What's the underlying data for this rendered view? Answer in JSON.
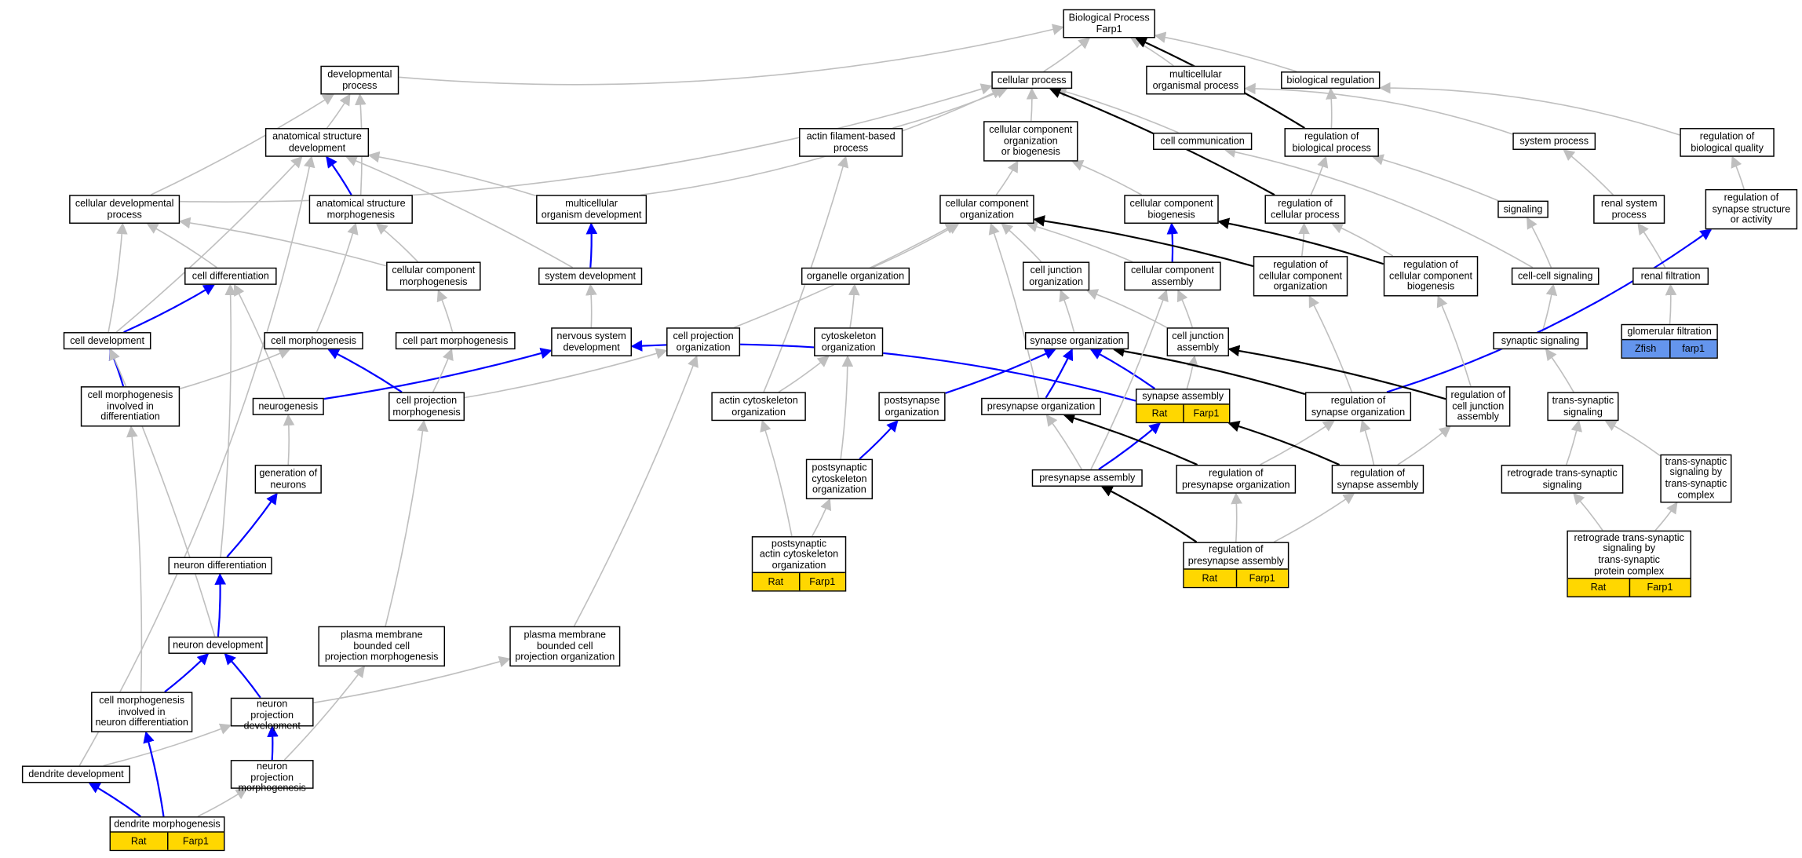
{
  "colors": {
    "gray": "#bfbfbf",
    "black": "#000000",
    "blue": "#0000ff",
    "yellow": "#ffd700",
    "zfish": "#6495ed"
  },
  "nodes": [
    {
      "id": "bp",
      "lines": [
        "Biological Process",
        "Farp1"
      ]
    },
    {
      "id": "devproc",
      "lines": [
        "developmental",
        "process"
      ]
    },
    {
      "id": "cellproc",
      "lines": [
        "cellular process"
      ]
    },
    {
      "id": "multiorg",
      "lines": [
        "multicellular",
        "organismal process"
      ]
    },
    {
      "id": "bioreg",
      "lines": [
        "biological regulation"
      ]
    },
    {
      "id": "anatdev",
      "lines": [
        "anatomical structure",
        "development"
      ]
    },
    {
      "id": "actinfil",
      "lines": [
        "actin filament-based",
        "process"
      ]
    },
    {
      "id": "ccorgbio",
      "lines": [
        "cellular component",
        "organization",
        "or biogenesis"
      ]
    },
    {
      "id": "cellcomm",
      "lines": [
        "cell communication"
      ]
    },
    {
      "id": "regbio",
      "lines": [
        "regulation of",
        "biological process"
      ]
    },
    {
      "id": "sysproc",
      "lines": [
        "system process"
      ]
    },
    {
      "id": "regbioq",
      "lines": [
        "regulation of",
        "biological quality"
      ]
    },
    {
      "id": "celldevproc",
      "lines": [
        "cellular developmental",
        "process"
      ]
    },
    {
      "id": "anatmorph",
      "lines": [
        "anatomical structure",
        "morphogenesis"
      ]
    },
    {
      "id": "multidev",
      "lines": [
        "multicellular",
        "organism development"
      ]
    },
    {
      "id": "ccorg",
      "lines": [
        "cellular component",
        "organization"
      ]
    },
    {
      "id": "ccbio",
      "lines": [
        "cellular component",
        "biogenesis"
      ]
    },
    {
      "id": "regcell",
      "lines": [
        "regulation of",
        "cellular process"
      ]
    },
    {
      "id": "signaling",
      "lines": [
        "signaling"
      ]
    },
    {
      "id": "renalsys",
      "lines": [
        "renal system",
        "process"
      ]
    },
    {
      "id": "regsyn",
      "lines": [
        "regulation of",
        "synapse structure",
        "or activity"
      ]
    },
    {
      "id": "celldiff",
      "lines": [
        "cell differentiation"
      ]
    },
    {
      "id": "ccmorph",
      "lines": [
        "cellular component",
        "morphogenesis"
      ]
    },
    {
      "id": "sysdev",
      "lines": [
        "system development"
      ]
    },
    {
      "id": "organelle",
      "lines": [
        "organelle organization"
      ]
    },
    {
      "id": "celljunc",
      "lines": [
        "cell junction",
        "organization"
      ]
    },
    {
      "id": "ccassembly",
      "lines": [
        "cellular component",
        "assembly"
      ]
    },
    {
      "id": "regccorg",
      "lines": [
        "regulation of",
        "cellular component",
        "organization"
      ]
    },
    {
      "id": "regccbio",
      "lines": [
        "regulation of",
        "cellular component",
        "biogenesis"
      ]
    },
    {
      "id": "cellcell",
      "lines": [
        "cell-cell signaling"
      ]
    },
    {
      "id": "renalfilt",
      "lines": [
        "renal filtration"
      ]
    },
    {
      "id": "celldev",
      "lines": [
        "cell development"
      ]
    },
    {
      "id": "cellmorphog",
      "lines": [
        "cell morphogenesis"
      ]
    },
    {
      "id": "cellpart",
      "lines": [
        "cell part morphogenesis"
      ]
    },
    {
      "id": "nervdev",
      "lines": [
        "nervous system",
        "development"
      ]
    },
    {
      "id": "cellprojorg",
      "lines": [
        "cell projection",
        "organization"
      ]
    },
    {
      "id": "cytoorg",
      "lines": [
        "cytoskeleton",
        "organization"
      ]
    },
    {
      "id": "synorg",
      "lines": [
        "synapse organization"
      ]
    },
    {
      "id": "celljuncasm",
      "lines": [
        "cell junction",
        "assembly"
      ]
    },
    {
      "id": "synsig",
      "lines": [
        "synaptic signaling"
      ]
    },
    {
      "id": "glomfilt",
      "lines": [
        "glomerular filtration"
      ],
      "bar": [
        "Zfish",
        "farp1"
      ],
      "barColor": "#6495ed"
    },
    {
      "id": "cmdiff",
      "lines": [
        "cell morphogenesis",
        "involved in",
        "differentiation"
      ]
    },
    {
      "id": "neurogen",
      "lines": [
        "neurogenesis"
      ]
    },
    {
      "id": "cellprojmorph",
      "lines": [
        "cell projection",
        "morphogenesis"
      ]
    },
    {
      "id": "actincyto",
      "lines": [
        "actin cytoskeleton",
        "organization"
      ]
    },
    {
      "id": "postsynorg",
      "lines": [
        "postsynapse",
        "organization"
      ]
    },
    {
      "id": "presynorg",
      "lines": [
        "presynapse organization"
      ]
    },
    {
      "id": "synasm",
      "lines": [
        "synapse assembly"
      ],
      "bar": [
        "Rat",
        "Farp1"
      ],
      "barColor": "#ffd700"
    },
    {
      "id": "regsynorg",
      "lines": [
        "regulation of",
        "synapse organization"
      ]
    },
    {
      "id": "regcjasm",
      "lines": [
        "regulation of",
        "cell junction",
        "assembly"
      ]
    },
    {
      "id": "transsyn",
      "lines": [
        "trans-synaptic",
        "signaling"
      ]
    },
    {
      "id": "genneur",
      "lines": [
        "generation of",
        "neurons"
      ]
    },
    {
      "id": "postsyncyto",
      "lines": [
        "postsynaptic",
        "cytoskeleton",
        "organization"
      ]
    },
    {
      "id": "presynasm",
      "lines": [
        "presynapse assembly"
      ]
    },
    {
      "id": "regpresynorg",
      "lines": [
        "regulation of",
        "presynapse organization"
      ]
    },
    {
      "id": "regsynasm",
      "lines": [
        "regulation of",
        "synapse assembly"
      ]
    },
    {
      "id": "retrotrans",
      "lines": [
        "retrograde trans-synaptic",
        "signaling"
      ]
    },
    {
      "id": "transsynsig",
      "lines": [
        "trans-synaptic",
        "signaling by",
        "trans-synaptic",
        "complex"
      ]
    },
    {
      "id": "neurdiff",
      "lines": [
        "neuron differentiation"
      ]
    },
    {
      "id": "postsynactin",
      "lines": [
        "postsynaptic",
        "actin cytoskeleton",
        "organization"
      ],
      "bar": [
        "Rat",
        "Farp1"
      ],
      "barColor": "#ffd700"
    },
    {
      "id": "regpresynasm",
      "lines": [
        "regulation of",
        "presynapse assembly"
      ],
      "bar": [
        "Rat",
        "Farp1"
      ],
      "barColor": "#ffd700"
    },
    {
      "id": "retrotransprot",
      "lines": [
        "retrograde trans-synaptic",
        "signaling by",
        "trans-synaptic",
        "protein complex"
      ],
      "bar": [
        "Rat",
        "Farp1"
      ],
      "barColor": "#ffd700"
    },
    {
      "id": "neurdevel",
      "lines": [
        "neuron development"
      ]
    },
    {
      "id": "pmbcpm",
      "lines": [
        "plasma membrane",
        "bounded cell",
        "projection morphogenesis"
      ]
    },
    {
      "id": "pmbcpo",
      "lines": [
        "plasma membrane",
        "bounded cell",
        "projection organization"
      ]
    },
    {
      "id": "cmneurdiff",
      "lines": [
        "cell morphogenesis",
        "involved in",
        "neuron differentiation"
      ]
    },
    {
      "id": "neurprojdev",
      "lines": [
        "neuron projection",
        "development"
      ]
    },
    {
      "id": "dendev",
      "lines": [
        "dendrite development"
      ]
    },
    {
      "id": "neurprojmorph",
      "lines": [
        "neuron projection",
        "morphogenesis"
      ]
    },
    {
      "id": "denmorph",
      "lines": [
        "dendrite morphogenesis"
      ],
      "bar": [
        "Rat",
        "Farp1"
      ],
      "barColor": "#ffd700"
    }
  ],
  "edges": [
    [
      "devproc",
      "bp",
      "gray"
    ],
    [
      "cellproc",
      "bp",
      "gray"
    ],
    [
      "multiorg",
      "bp",
      "gray"
    ],
    [
      "bioreg",
      "bp",
      "gray"
    ],
    [
      "anatdev",
      "devproc",
      "gray"
    ],
    [
      "anatmorph",
      "devproc",
      "gray"
    ],
    [
      "celldevproc",
      "devproc",
      "gray"
    ],
    [
      "actinfil",
      "cellproc",
      "gray"
    ],
    [
      "ccorgbio",
      "cellproc",
      "gray"
    ],
    [
      "cellcomm",
      "cellproc",
      "gray"
    ],
    [
      "regcell",
      "cellproc",
      "black"
    ],
    [
      "regbio",
      "bp",
      "black"
    ],
    [
      "regbio",
      "bioreg",
      "gray"
    ],
    [
      "sysproc",
      "multiorg",
      "gray"
    ],
    [
      "regbioq",
      "bioreg",
      "gray"
    ],
    [
      "multidev",
      "anatdev",
      "gray"
    ],
    [
      "anatmorph",
      "anatdev",
      "blue"
    ],
    [
      "celldevproc",
      "cellproc",
      "gray"
    ],
    [
      "celldev",
      "anatdev",
      "gray"
    ],
    [
      "ccorg",
      "ccorgbio",
      "gray"
    ],
    [
      "ccbio",
      "ccorgbio",
      "gray"
    ],
    [
      "regcell",
      "regbio",
      "gray"
    ],
    [
      "signaling",
      "regbio",
      "gray"
    ],
    [
      "renalsys",
      "sysproc",
      "gray"
    ],
    [
      "regsyn",
      "regbioq",
      "gray"
    ],
    [
      "celldiff",
      "celldevproc",
      "gray"
    ],
    [
      "ccmorph",
      "celldevproc",
      "gray"
    ],
    [
      "ccmorph",
      "anatmorph",
      "gray"
    ],
    [
      "sysdev",
      "multidev",
      "blue"
    ],
    [
      "sysdev",
      "anatdev",
      "gray"
    ],
    [
      "multidev",
      "cellproc",
      "gray"
    ],
    [
      "organelle",
      "ccorg",
      "gray"
    ],
    [
      "celljunc",
      "ccorg",
      "gray"
    ],
    [
      "ccassembly",
      "ccbio",
      "blue"
    ],
    [
      "ccassembly",
      "ccorg",
      "gray"
    ],
    [
      "regccorg",
      "ccorg",
      "black"
    ],
    [
      "regccorg",
      "regcell",
      "gray"
    ],
    [
      "regccbio",
      "ccbio",
      "black"
    ],
    [
      "regccbio",
      "regcell",
      "gray"
    ],
    [
      "cellcell",
      "signaling",
      "gray"
    ],
    [
      "cellcell",
      "cellcomm",
      "gray"
    ],
    [
      "renalfilt",
      "renalsys",
      "gray"
    ],
    [
      "celldev",
      "celldevproc",
      "gray"
    ],
    [
      "celldev",
      "celldiff",
      "blue"
    ],
    [
      "cellmorphog",
      "anatmorph",
      "gray"
    ],
    [
      "cellpart",
      "ccmorph",
      "gray"
    ],
    [
      "nervdev",
      "sysdev",
      "gray"
    ],
    [
      "cellprojorg",
      "ccorg",
      "gray"
    ],
    [
      "cytoorg",
      "organelle",
      "gray"
    ],
    [
      "synorg",
      "celljunc",
      "gray"
    ],
    [
      "celljuncasm",
      "celljunc",
      "gray"
    ],
    [
      "celljuncasm",
      "ccassembly",
      "gray"
    ],
    [
      "synsig",
      "cellcell",
      "gray"
    ],
    [
      "glomfilt",
      "renalfilt",
      "gray"
    ],
    [
      "cmdiff",
      "celldev",
      "blue"
    ],
    [
      "cmdiff",
      "cellmorphog",
      "gray"
    ],
    [
      "neurogen",
      "celldiff",
      "gray"
    ],
    [
      "neurogen",
      "nervdev",
      "blue"
    ],
    [
      "cellprojmorph",
      "cellmorphog",
      "blue"
    ],
    [
      "cellprojmorph",
      "cellpart",
      "gray"
    ],
    [
      "cellprojmorph",
      "cellprojorg",
      "gray"
    ],
    [
      "actincyto",
      "cytoorg",
      "gray"
    ],
    [
      "actincyto",
      "actinfil",
      "gray"
    ],
    [
      "postsynorg",
      "synorg",
      "blue"
    ],
    [
      "presynorg",
      "synorg",
      "blue"
    ],
    [
      "presynorg",
      "ccorg",
      "gray"
    ],
    [
      "synasm",
      "synorg",
      "blue"
    ],
    [
      "synasm",
      "celljuncasm",
      "gray"
    ],
    [
      "synasm",
      "nervdev",
      "blue"
    ],
    [
      "regsynorg",
      "synorg",
      "black"
    ],
    [
      "regsynorg",
      "regsyn",
      "blue"
    ],
    [
      "regsynorg",
      "regccorg",
      "gray"
    ],
    [
      "regcjasm",
      "celljuncasm",
      "black"
    ],
    [
      "regcjasm",
      "regccbio",
      "gray"
    ],
    [
      "transsyn",
      "synsig",
      "gray"
    ],
    [
      "genneur",
      "neurogen",
      "gray"
    ],
    [
      "postsyncyto",
      "postsynorg",
      "blue"
    ],
    [
      "postsyncyto",
      "cytoorg",
      "gray"
    ],
    [
      "presynasm",
      "presynorg",
      "gray"
    ],
    [
      "presynasm",
      "synasm",
      "blue"
    ],
    [
      "presynasm",
      "ccassembly",
      "gray"
    ],
    [
      "regpresynorg",
      "presynorg",
      "black"
    ],
    [
      "regpresynorg",
      "regsynorg",
      "gray"
    ],
    [
      "regsynasm",
      "synasm",
      "black"
    ],
    [
      "regsynasm",
      "regsynorg",
      "gray"
    ],
    [
      "regsynasm",
      "regcjasm",
      "gray"
    ],
    [
      "retrotrans",
      "transsyn",
      "gray"
    ],
    [
      "transsynsig",
      "transsyn",
      "gray"
    ],
    [
      "neurdiff",
      "genneur",
      "blue"
    ],
    [
      "neurdiff",
      "celldiff",
      "gray"
    ],
    [
      "postsynactin",
      "actincyto",
      "gray"
    ],
    [
      "postsynactin",
      "postsyncyto",
      "gray"
    ],
    [
      "regpresynasm",
      "presynasm",
      "black"
    ],
    [
      "regpresynasm",
      "regpresynorg",
      "gray"
    ],
    [
      "regpresynasm",
      "regsynasm",
      "gray"
    ],
    [
      "retrotransprot",
      "retrotrans",
      "gray"
    ],
    [
      "retrotransprot",
      "transsynsig",
      "gray"
    ],
    [
      "neurdevel",
      "neurdiff",
      "blue"
    ],
    [
      "neurdevel",
      "celldev",
      "gray"
    ],
    [
      "pmbcpm",
      "cellprojmorph",
      "gray"
    ],
    [
      "pmbcpo",
      "cellprojorg",
      "gray"
    ],
    [
      "cmneurdiff",
      "neurdevel",
      "blue"
    ],
    [
      "cmneurdiff",
      "cmdiff",
      "gray"
    ],
    [
      "neurprojdev",
      "neurdevel",
      "blue"
    ],
    [
      "neurprojdev",
      "pmbcpo",
      "gray"
    ],
    [
      "dendev",
      "neurprojdev",
      "gray"
    ],
    [
      "dendev",
      "anatdev",
      "gray"
    ],
    [
      "neurprojmorph",
      "neurprojdev",
      "blue"
    ],
    [
      "neurprojmorph",
      "pmbcpm",
      "gray"
    ],
    [
      "denmorph",
      "dendev",
      "blue"
    ],
    [
      "denmorph",
      "cmneurdiff",
      "blue"
    ],
    [
      "denmorph",
      "neurprojmorph",
      "gray"
    ]
  ]
}
